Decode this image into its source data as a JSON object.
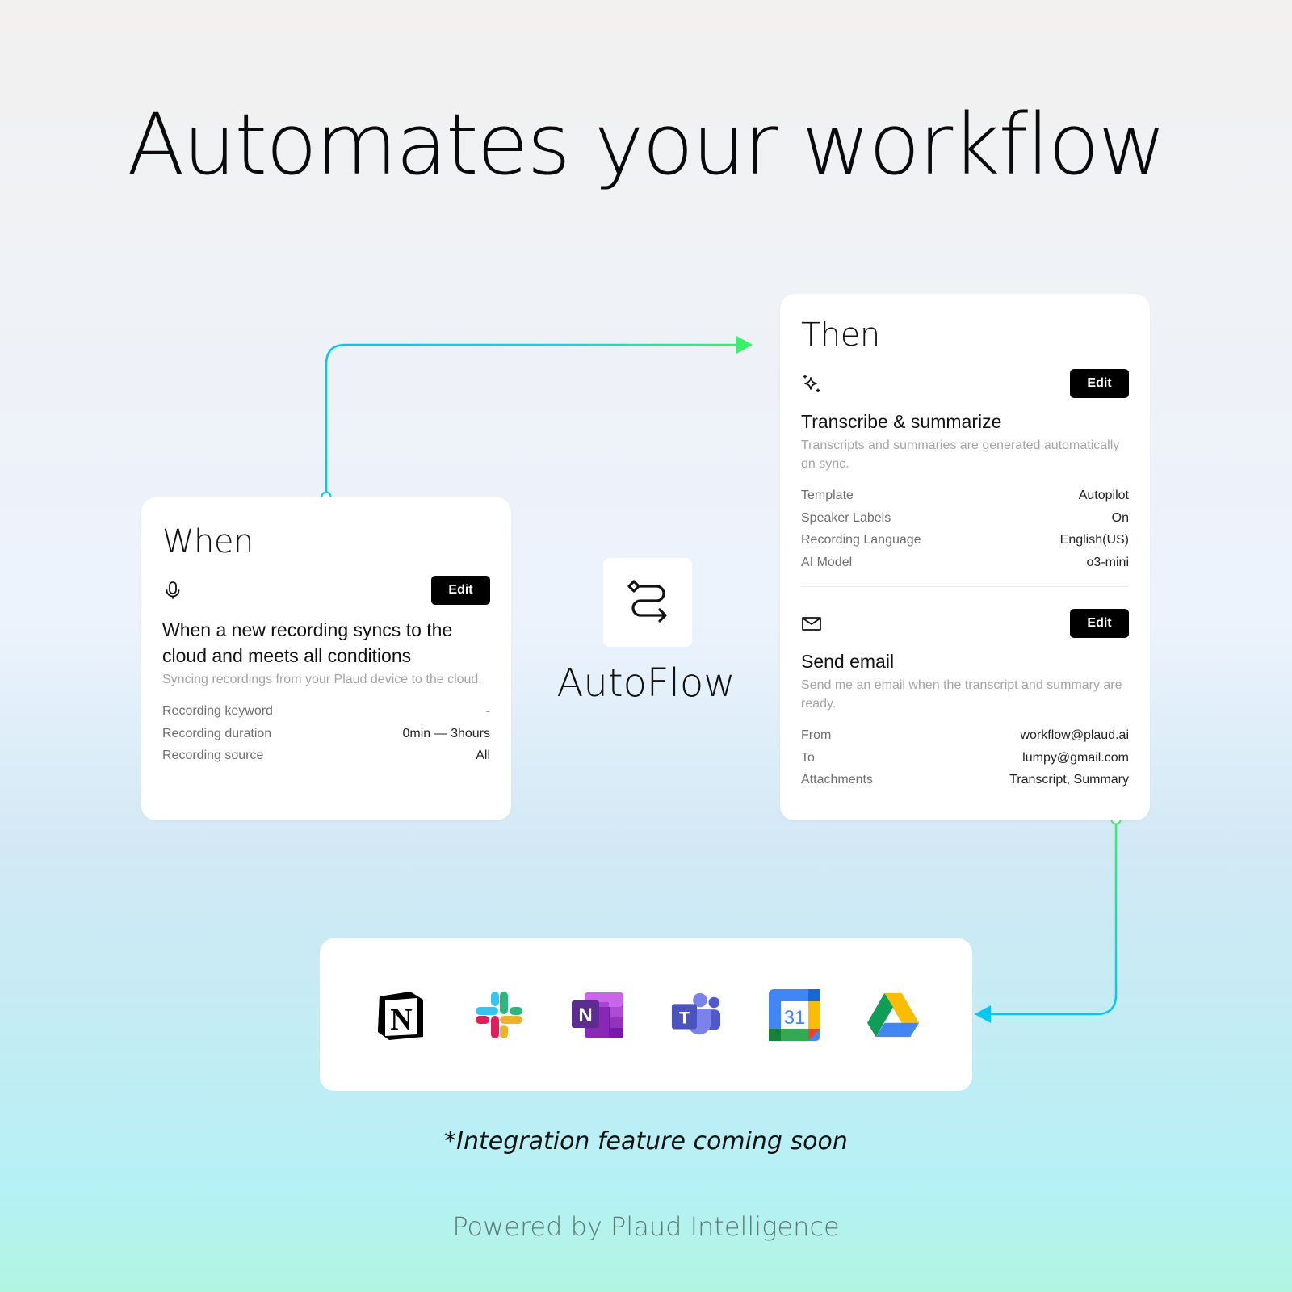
{
  "headline": "Automates your workflow",
  "colors": {
    "accent_cyan": "#00c8f0",
    "accent_green": "#38f06a",
    "button_bg": "#000000",
    "footer_text": "#5e7a75"
  },
  "when_card": {
    "title": "When",
    "icon": "microphone-icon",
    "edit_label": "Edit",
    "section_title": "When a new recording syncs to the cloud and meets all conditions",
    "section_desc": "Syncing recordings from your Plaud device to the cloud.",
    "conditions": [
      {
        "label": "Recording keyword",
        "value": "-"
      },
      {
        "label": "Recording duration",
        "value": "0min — 3hours"
      },
      {
        "label": "Recording source",
        "value": "All"
      }
    ]
  },
  "center": {
    "icon": "route-icon",
    "label": "AutoFlow"
  },
  "then_card": {
    "title": "Then",
    "actions": [
      {
        "icon": "sparkle-icon",
        "edit_label": "Edit",
        "title": "Transcribe & summarize",
        "desc": "Transcripts and summaries are generated automatically on sync.",
        "settings": [
          {
            "label": "Template",
            "value": "Autopilot"
          },
          {
            "label": "Speaker Labels",
            "value": "On"
          },
          {
            "label": "Recording Language",
            "value": "English(US)"
          },
          {
            "label": "AI Model",
            "value": "o3-mini"
          }
        ]
      },
      {
        "icon": "mail-icon",
        "edit_label": "Edit",
        "title": "Send email",
        "desc": "Send me an email when the transcript and summary are ready.",
        "settings": [
          {
            "label": "From",
            "value": "workflow@plaud.ai"
          },
          {
            "label": "To",
            "value": "lumpy@gmail.com"
          },
          {
            "label": "Attachments",
            "value": "Transcript, Summary"
          }
        ]
      }
    ]
  },
  "integrations": [
    {
      "name": "Notion",
      "icon": "notion-icon"
    },
    {
      "name": "Slack",
      "icon": "slack-icon"
    },
    {
      "name": "OneNote",
      "icon": "onenote-icon"
    },
    {
      "name": "Teams",
      "icon": "teams-icon"
    },
    {
      "name": "Google Calendar",
      "icon": "google-calendar-icon",
      "day": "31"
    },
    {
      "name": "Google Drive",
      "icon": "google-drive-icon"
    }
  ],
  "note": "*Integration feature coming soon",
  "footer": "Powered by Plaud Intelligence"
}
